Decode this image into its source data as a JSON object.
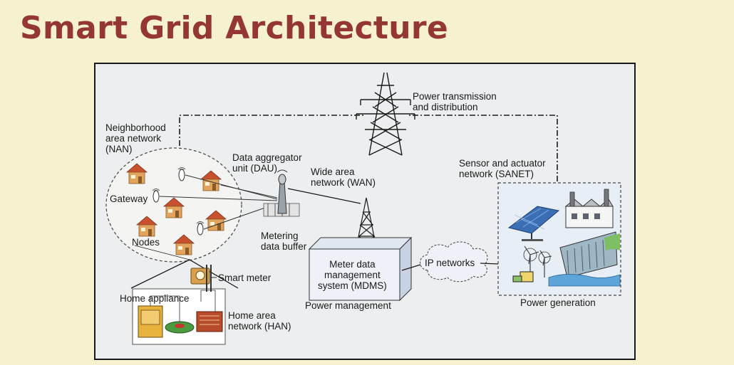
{
  "slide": {
    "title": "Smart Grid Architecture"
  },
  "diagram": {
    "labels": {
      "power_transmission": "Power transmission\nand distribution",
      "nan": "Neighborhood\narea network\n(NAN)",
      "dau": "Data aggregator\nunit (DAU)",
      "wan": "Wide area\nnetwork (WAN)",
      "sanet": "Sensor and actuator\nnetwork (SANET)",
      "gateway": "Gateway",
      "nodes": "Nodes",
      "metering_buffer": "Metering\ndata buffer",
      "smart_meter": "Smart meter",
      "home_appliance": "Home appliance",
      "han": "Home area\nnetwork (HAN)",
      "mdms": "Meter data\nmanagement\nsystem (MDMS)",
      "power_management": "Power management",
      "ip_networks": "IP networks",
      "power_generation": "Power generation"
    },
    "colors": {
      "title": "#943634",
      "house_roof": "#c8502d",
      "house_wall": "#e2a35c",
      "panel": "#3a6fb5",
      "frame_bg": "#eceeef"
    }
  }
}
